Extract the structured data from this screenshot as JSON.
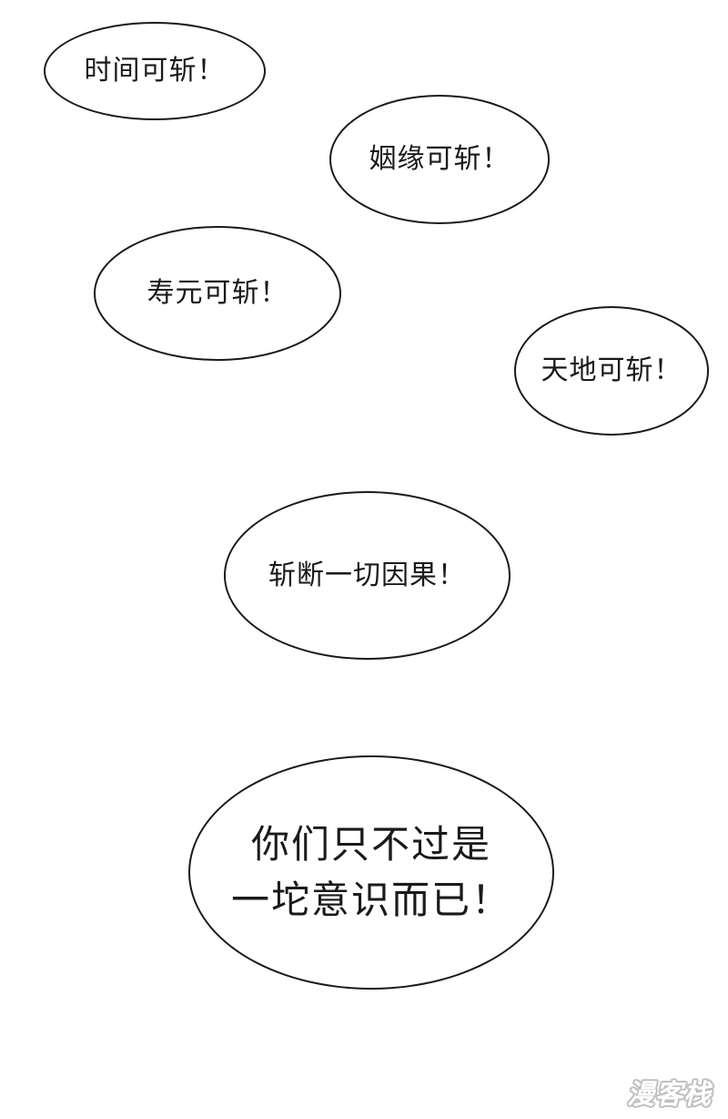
{
  "bubbles": [
    {
      "text": "时间可斩！"
    },
    {
      "text": "姻缘可斩！"
    },
    {
      "text": "寿元可斩！"
    },
    {
      "text": "天地可斩！"
    },
    {
      "text": "斩断一切因果！"
    },
    {
      "lines": [
        "你们只不过是",
        "一坨意识而已！"
      ]
    }
  ],
  "watermark": "漫客栈"
}
